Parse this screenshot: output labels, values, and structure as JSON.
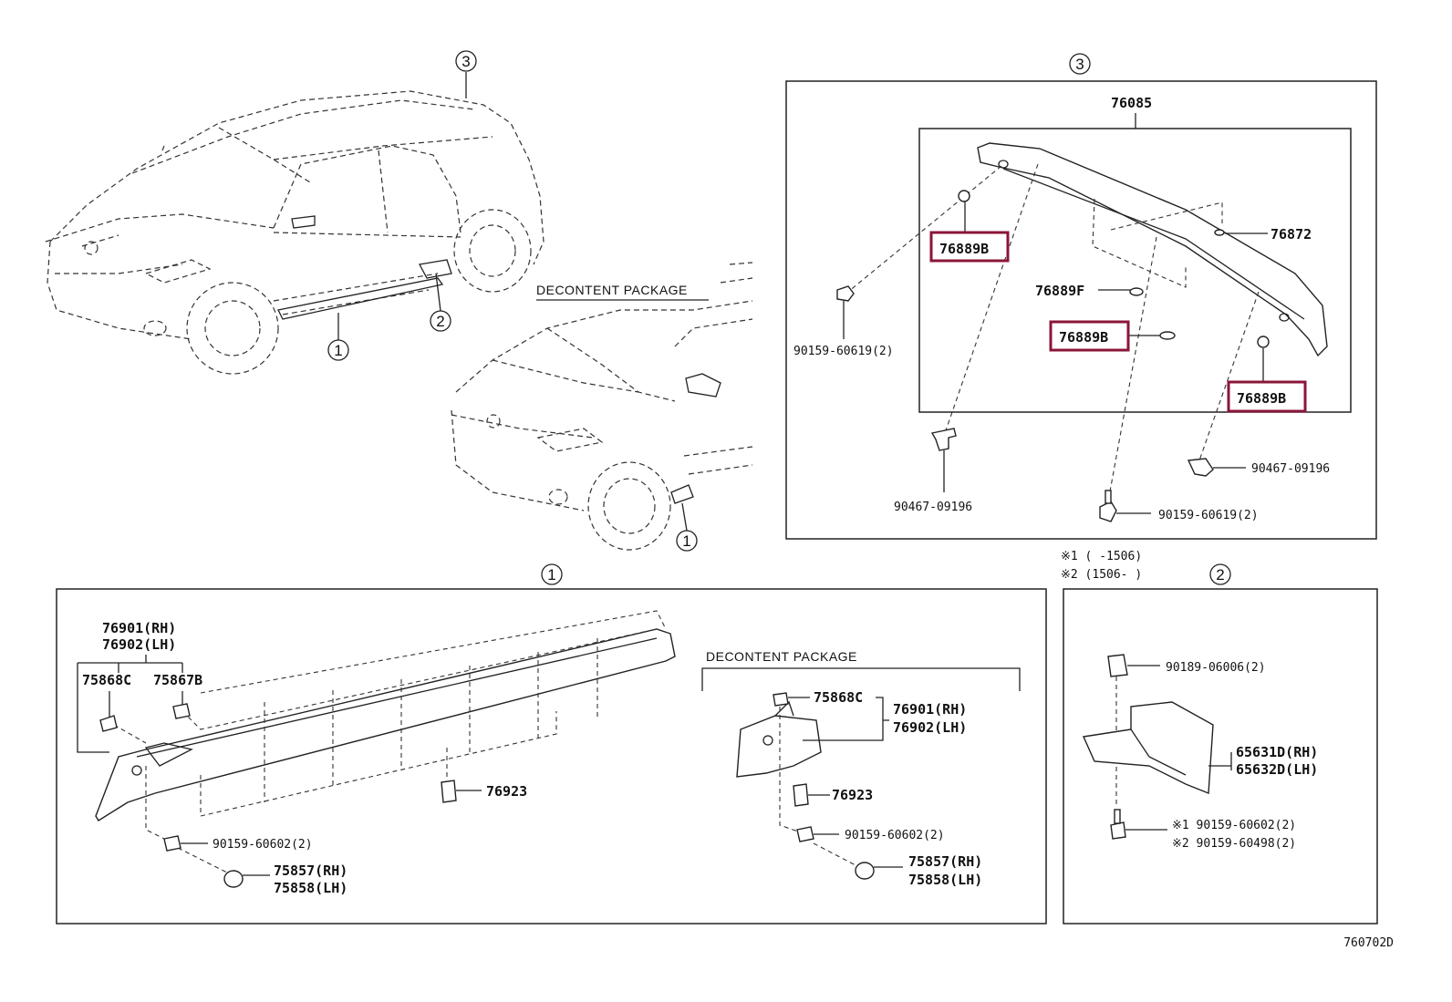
{
  "callouts": {
    "c1": "1",
    "c2": "2",
    "c3": "3"
  },
  "captions": {
    "decontent_top": "DECONTENT PACKAGE",
    "decontent_bottom": "DECONTENT PACKAGE"
  },
  "notes": {
    "n1": "※1 (      -1506)",
    "n2": "※2 (1506-      )"
  },
  "panel3": {
    "p76085": "76085",
    "p76872": "76872",
    "p76889f": "76889F",
    "p76889b_a": "76889B",
    "p76889b_b": "76889B",
    "p76889b_c": "76889B",
    "p90159_left": "90159-60619(2)",
    "p90159_bottom": "90159-60619(2)",
    "p90467_left": "90467-09196",
    "p90467_right": "90467-09196"
  },
  "panel1": {
    "p76901": "76901(RH)",
    "p76902": "76902(LH)",
    "p75868c": "75868C",
    "p75867b": "75867B",
    "p76923": "76923",
    "p90159": "90159-60602(2)",
    "p75857": "75857(RH)",
    "p75858": "75858(LH)",
    "d75868c": "75868C",
    "d76901": "76901(RH)",
    "d76902": "76902(LH)",
    "d76923": "76923",
    "d90159": "90159-60602(2)",
    "d75857": "75857(RH)",
    "d75858": "75858(LH)"
  },
  "panel2": {
    "p90189": "90189-06006(2)",
    "p65631": "65631D(RH)",
    "p65632": "65632D(LH)",
    "p90159a": "※1  90159-60602(2)",
    "p90159b": "※2  90159-60498(2)"
  },
  "figure_id": "760702D",
  "colors": {
    "highlight": "#8b1538",
    "line": "#222222"
  }
}
